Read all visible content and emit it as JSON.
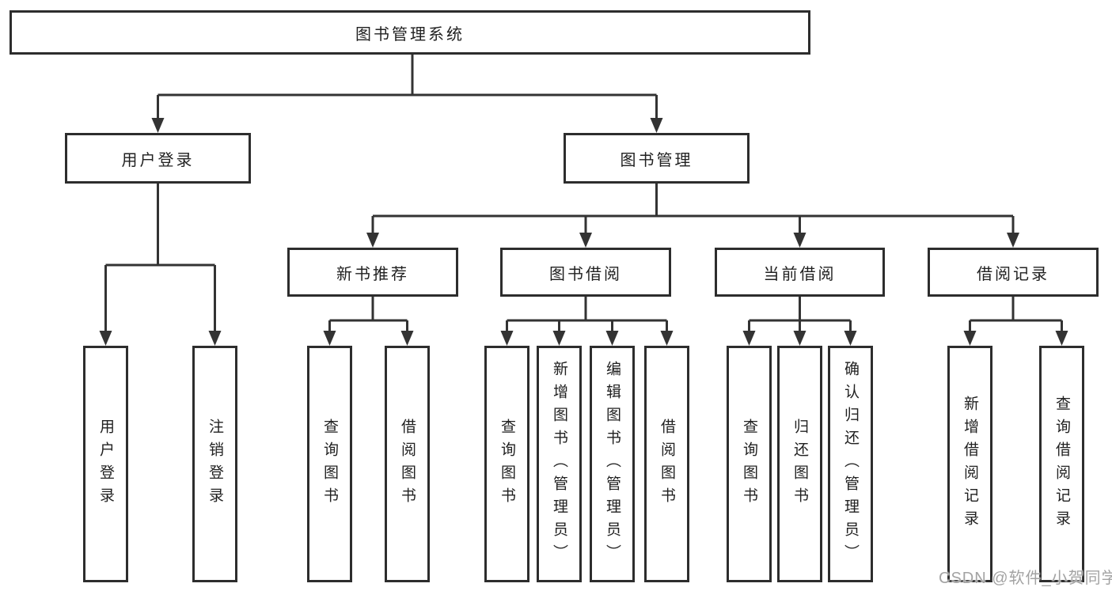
{
  "diagram": {
    "root": {
      "label": "图书管理系统"
    },
    "level2": [
      {
        "label": "用户登录"
      },
      {
        "label": "图书管理"
      }
    ],
    "level3": [
      {
        "label": "新书推荐"
      },
      {
        "label": "图书借阅"
      },
      {
        "label": "当前借阅"
      },
      {
        "label": "借阅记录"
      }
    ],
    "leaves": {
      "user_login": [
        "用户登录",
        "注销登录"
      ],
      "new_book_recommend": [
        "查询图书",
        "借阅图书"
      ],
      "book_borrow": [
        "查询图书",
        "新增图书（管理员）",
        "编辑图书（管理员）",
        "借阅图书"
      ],
      "current_borrow": [
        "查询图书",
        "归还图书",
        "确认归还（管理员）"
      ],
      "borrow_records": [
        "新增借阅记录",
        "查询借阅记录"
      ]
    },
    "watermark": "CSDN @软件_小贺同学",
    "colors": {
      "line": "#333333",
      "box_border": "#2d2d2d",
      "text": "#212121",
      "watermark": "#a3a3a3",
      "background": "#ffffff"
    }
  }
}
